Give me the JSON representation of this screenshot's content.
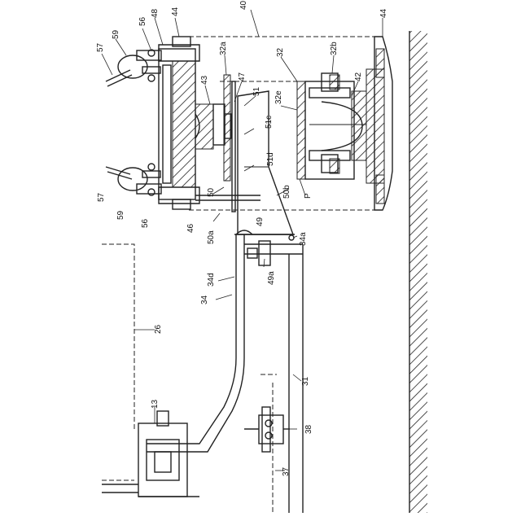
{
  "labels": {
    "l40": "40",
    "l44a": "44",
    "l44b": "44",
    "l48": "48",
    "l56a": "56",
    "l56b": "56",
    "l59a": "59",
    "l59b": "59",
    "l57a": "57",
    "l57b": "57",
    "l32a": "32a",
    "l32": "32",
    "l32b": "32b",
    "l43": "43",
    "l47": "47",
    "l51": "51",
    "l42": "42",
    "l32e": "32e",
    "l51c": "51c",
    "l51d": "51d",
    "l50": "50",
    "l50b": "50b",
    "lP": "P",
    "l46": "46",
    "l50a": "50a",
    "l49": "49",
    "l34a": "34a",
    "l49a": "49a",
    "l34d": "34d",
    "l34": "34",
    "l26": "26",
    "l31": "31",
    "l13": "13",
    "l38": "38",
    "l37": "37"
  }
}
